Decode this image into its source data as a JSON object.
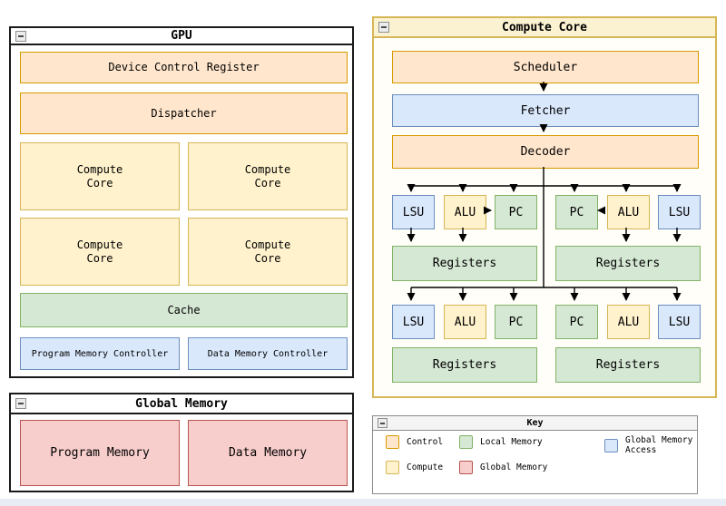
{
  "palette": {
    "control": {
      "fill": "#FFE6CC",
      "stroke": "#D79B00"
    },
    "compute": {
      "fill": "#FFF2CC",
      "stroke": "#D6B656"
    },
    "local_memory": {
      "fill": "#D5E8D4",
      "stroke": "#82B366"
    },
    "global_memory_access": {
      "fill": "#DAE8FC",
      "stroke": "#6C8EBF"
    },
    "global_memory": {
      "fill": "#F8CECC",
      "stroke": "#B85450"
    }
  },
  "gpu_window": {
    "title": "GPU",
    "device_control_register": "Device Control Register",
    "dispatcher": "Dispatcher",
    "compute_core_label": "Compute\nCore",
    "cache": "Cache",
    "program_memory_controller": "Program Memory Controller",
    "data_memory_controller": "Data Memory Controller"
  },
  "global_memory_window": {
    "title": "Global Memory",
    "program_memory": "Program Memory",
    "data_memory": "Data Memory"
  },
  "compute_core_window": {
    "title": "Compute Core",
    "scheduler": "Scheduler",
    "fetcher": "Fetcher",
    "decoder": "Decoder",
    "row1_units": [
      "LSU",
      "ALU",
      "PC",
      "PC",
      "ALU",
      "LSU"
    ],
    "row2_units": [
      "LSU",
      "ALU",
      "PC",
      "PC",
      "ALU",
      "LSU"
    ],
    "registers": "Registers"
  },
  "key_window": {
    "title": "Key",
    "items": [
      {
        "label": "Control",
        "swatch": "control"
      },
      {
        "label": "Local Memory",
        "swatch": "local_memory"
      },
      {
        "label": "Global Memory Access",
        "swatch": "global_memory_access"
      },
      {
        "label": "Compute",
        "swatch": "compute"
      },
      {
        "label": "Global Memory",
        "swatch": "global_memory"
      }
    ]
  }
}
